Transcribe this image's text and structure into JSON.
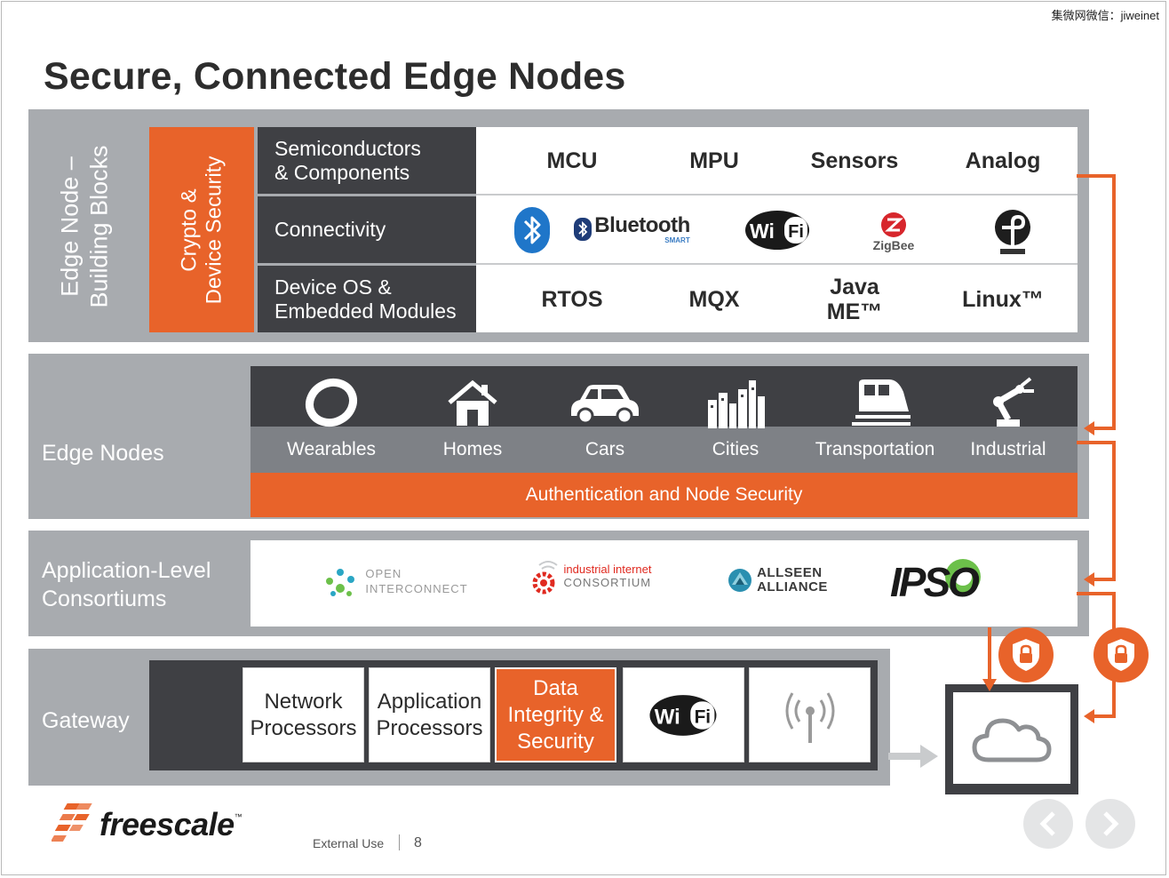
{
  "watermark": "集微网微信：jiweinet",
  "title": "Secure, Connected Edge Nodes",
  "building_blocks": {
    "band_label": "Edge Node –\nBuilding Blocks",
    "crypto_label": "Crypto &\nDevice Security",
    "rows": [
      {
        "label": "Semiconductors\n& Components",
        "items": [
          "MCU",
          "MPU",
          "Sensors",
          "Analog"
        ]
      },
      {
        "label": "Connectivity",
        "logos": [
          {
            "icon": "bluetooth-icon"
          },
          {
            "icon": "bluetooth-smart-logo",
            "text": "Bluetooth",
            "sub": "SMART"
          },
          {
            "icon": "wifi-logo",
            "text": "Wi Fi"
          },
          {
            "icon": "zigbee-logo",
            "text": "ZigBee"
          },
          {
            "icon": "thread-logo"
          }
        ]
      },
      {
        "label": "Device OS &\nEmbedded Modules",
        "items": [
          "RTOS",
          "MQX",
          "Java\nME™",
          "Linux™"
        ]
      }
    ]
  },
  "edge_nodes": {
    "band_label": "Edge Nodes",
    "items": [
      {
        "label": "Wearables",
        "icon": "wearable-band-icon"
      },
      {
        "label": "Homes",
        "icon": "home-icon"
      },
      {
        "label": "Cars",
        "icon": "car-icon"
      },
      {
        "label": "Cities",
        "icon": "city-icon"
      },
      {
        "label": "Transportation",
        "icon": "train-icon"
      },
      {
        "label": "Industrial",
        "icon": "robot-arm-icon"
      }
    ],
    "security_bar": "Authentication and Node Security"
  },
  "consortiums": {
    "band_label": "Application-Level\nConsortiums",
    "logos": [
      {
        "icon": "open-interconnect-logo",
        "line1": "OPEN",
        "line2": "INTERCONNECT"
      },
      {
        "icon": "industrial-internet-logo",
        "line1": "industrial internet",
        "line2": "CONSORTIUM"
      },
      {
        "icon": "allseen-alliance-logo",
        "line1": "ALLSEEN",
        "line2": "ALLIANCE"
      },
      {
        "icon": "ipso-alliance-logo",
        "text": "IPSO"
      }
    ]
  },
  "gateway": {
    "band_label": "Gateway",
    "boxes": [
      {
        "label": "Network\nProcessors",
        "highlight": false
      },
      {
        "label": "Application\nProcessors",
        "highlight": false
      },
      {
        "label": "Data\nIntegrity &\nSecurity",
        "highlight": true
      },
      {
        "icon": "wifi-logo",
        "text": "Wi Fi"
      },
      {
        "icon": "antenna-icon"
      }
    ]
  },
  "cloud": {
    "icon": "cloud-icon"
  },
  "footer": {
    "brand": "freescale",
    "tm": "™",
    "classification": "External Use",
    "page": "8"
  },
  "colors": {
    "orange": "#e8632a",
    "dark": "#3f4044",
    "band": "#a8abaf",
    "slate": "#7e8186"
  }
}
